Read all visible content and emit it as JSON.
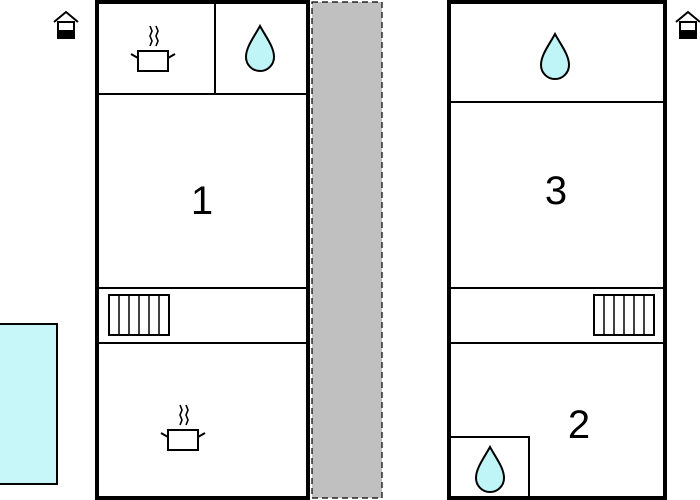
{
  "floorplan": {
    "left_unit": {
      "room_number": "1"
    },
    "right_unit": {
      "room_number_top": "3",
      "room_number_bottom": "2"
    }
  },
  "icons": {
    "entrance": "house-entrance-icon",
    "kitchen": "cooking-pot-icon",
    "bathroom": "water-drop-icon",
    "heater": "radiator-icon"
  },
  "colors": {
    "outline": "#000000",
    "water": "#bff5f7",
    "pool": "#c8f7fa",
    "corridor": "#c0c0c0"
  }
}
